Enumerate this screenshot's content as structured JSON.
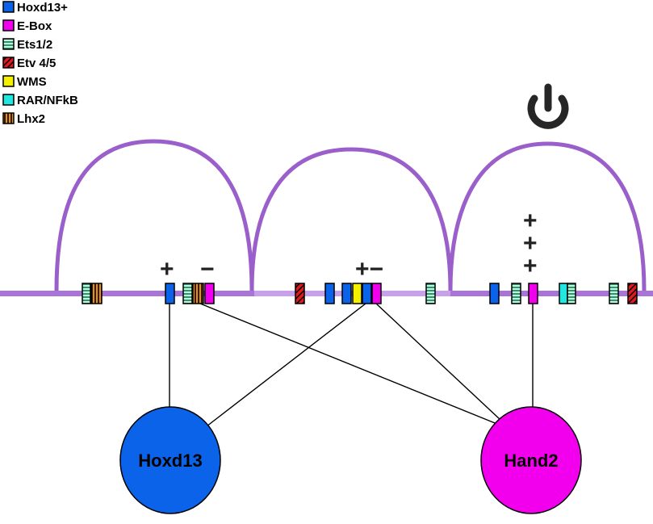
{
  "colors": {
    "loop": "#9a5fcb",
    "track": "#a875d6",
    "track_light": "#c9a0ec",
    "hoxd13": "#0a63e8",
    "ebox": "#f200ee",
    "ets": "#1f9d6a",
    "etv": "#e0191f",
    "wms": "#f5f000",
    "rar": "#22e6e0",
    "lhx2": "#e8901e",
    "power": "#262626"
  },
  "legend": [
    {
      "key": "hoxd13",
      "label": "Hoxd13+",
      "pattern": "solid"
    },
    {
      "key": "ebox",
      "label": "E-Box",
      "pattern": "solid"
    },
    {
      "key": "ets",
      "label": "Ets1/2",
      "pattern": "hstripes"
    },
    {
      "key": "etv",
      "label": "Etv 4/5",
      "pattern": "diag"
    },
    {
      "key": "wms",
      "label": "WMS",
      "pattern": "solid"
    },
    {
      "key": "rar",
      "label": "RAR/NFkB",
      "pattern": "solid"
    },
    {
      "key": "lhx2",
      "label": "Lhx2",
      "pattern": "vstripes"
    }
  ],
  "nodes": {
    "hoxd13": "Hoxd13",
    "hand2": "Hand2"
  },
  "signs": {
    "loop1_plus": "+",
    "loop1_minus": "−",
    "loop2_plusminus": "+−",
    "loop3_plus_1": "+",
    "loop3_plus_2": "+",
    "loop3_plus_3": "+"
  },
  "icons": {
    "power": "power-icon"
  }
}
